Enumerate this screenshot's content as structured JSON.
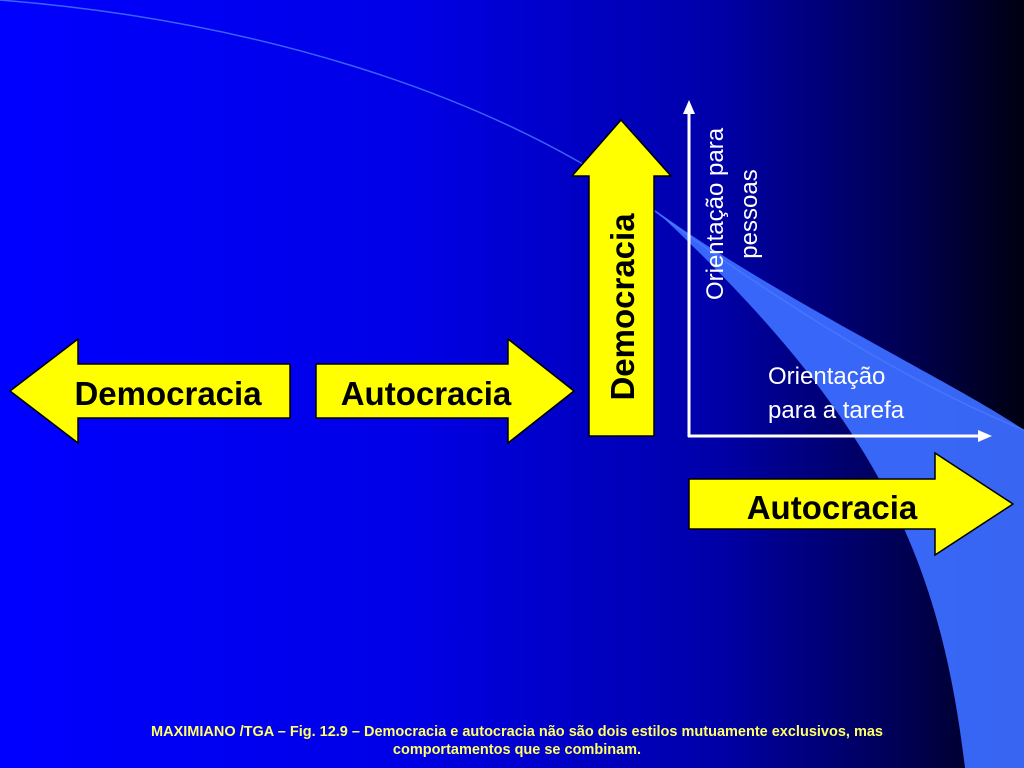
{
  "slide": {
    "left_arrow_label": "Democracia",
    "right_arrow_label": "Autocracia",
    "vertical_arrow_label": "Democracia",
    "horizontal_arrow_label": "Autocracia",
    "y_axis_label_line1": "Orientação para",
    "y_axis_label_line2": "pessoas",
    "x_axis_label_line1": "Orientação",
    "x_axis_label_line2": "para a tarefa",
    "caption_line1": "MAXIMIANO /TGA  – Fig. 12.9 – Democracia e autocracia não são dois estilos mutuamente exclusivos, mas",
    "caption_line2": "comportamentos que se combinam."
  },
  "colors": {
    "arrow_fill": "#ffff00",
    "arrow_stroke": "#000000",
    "axis": "#ffffff",
    "caption": "#ffff66",
    "swoosh": "#3b6bff"
  }
}
